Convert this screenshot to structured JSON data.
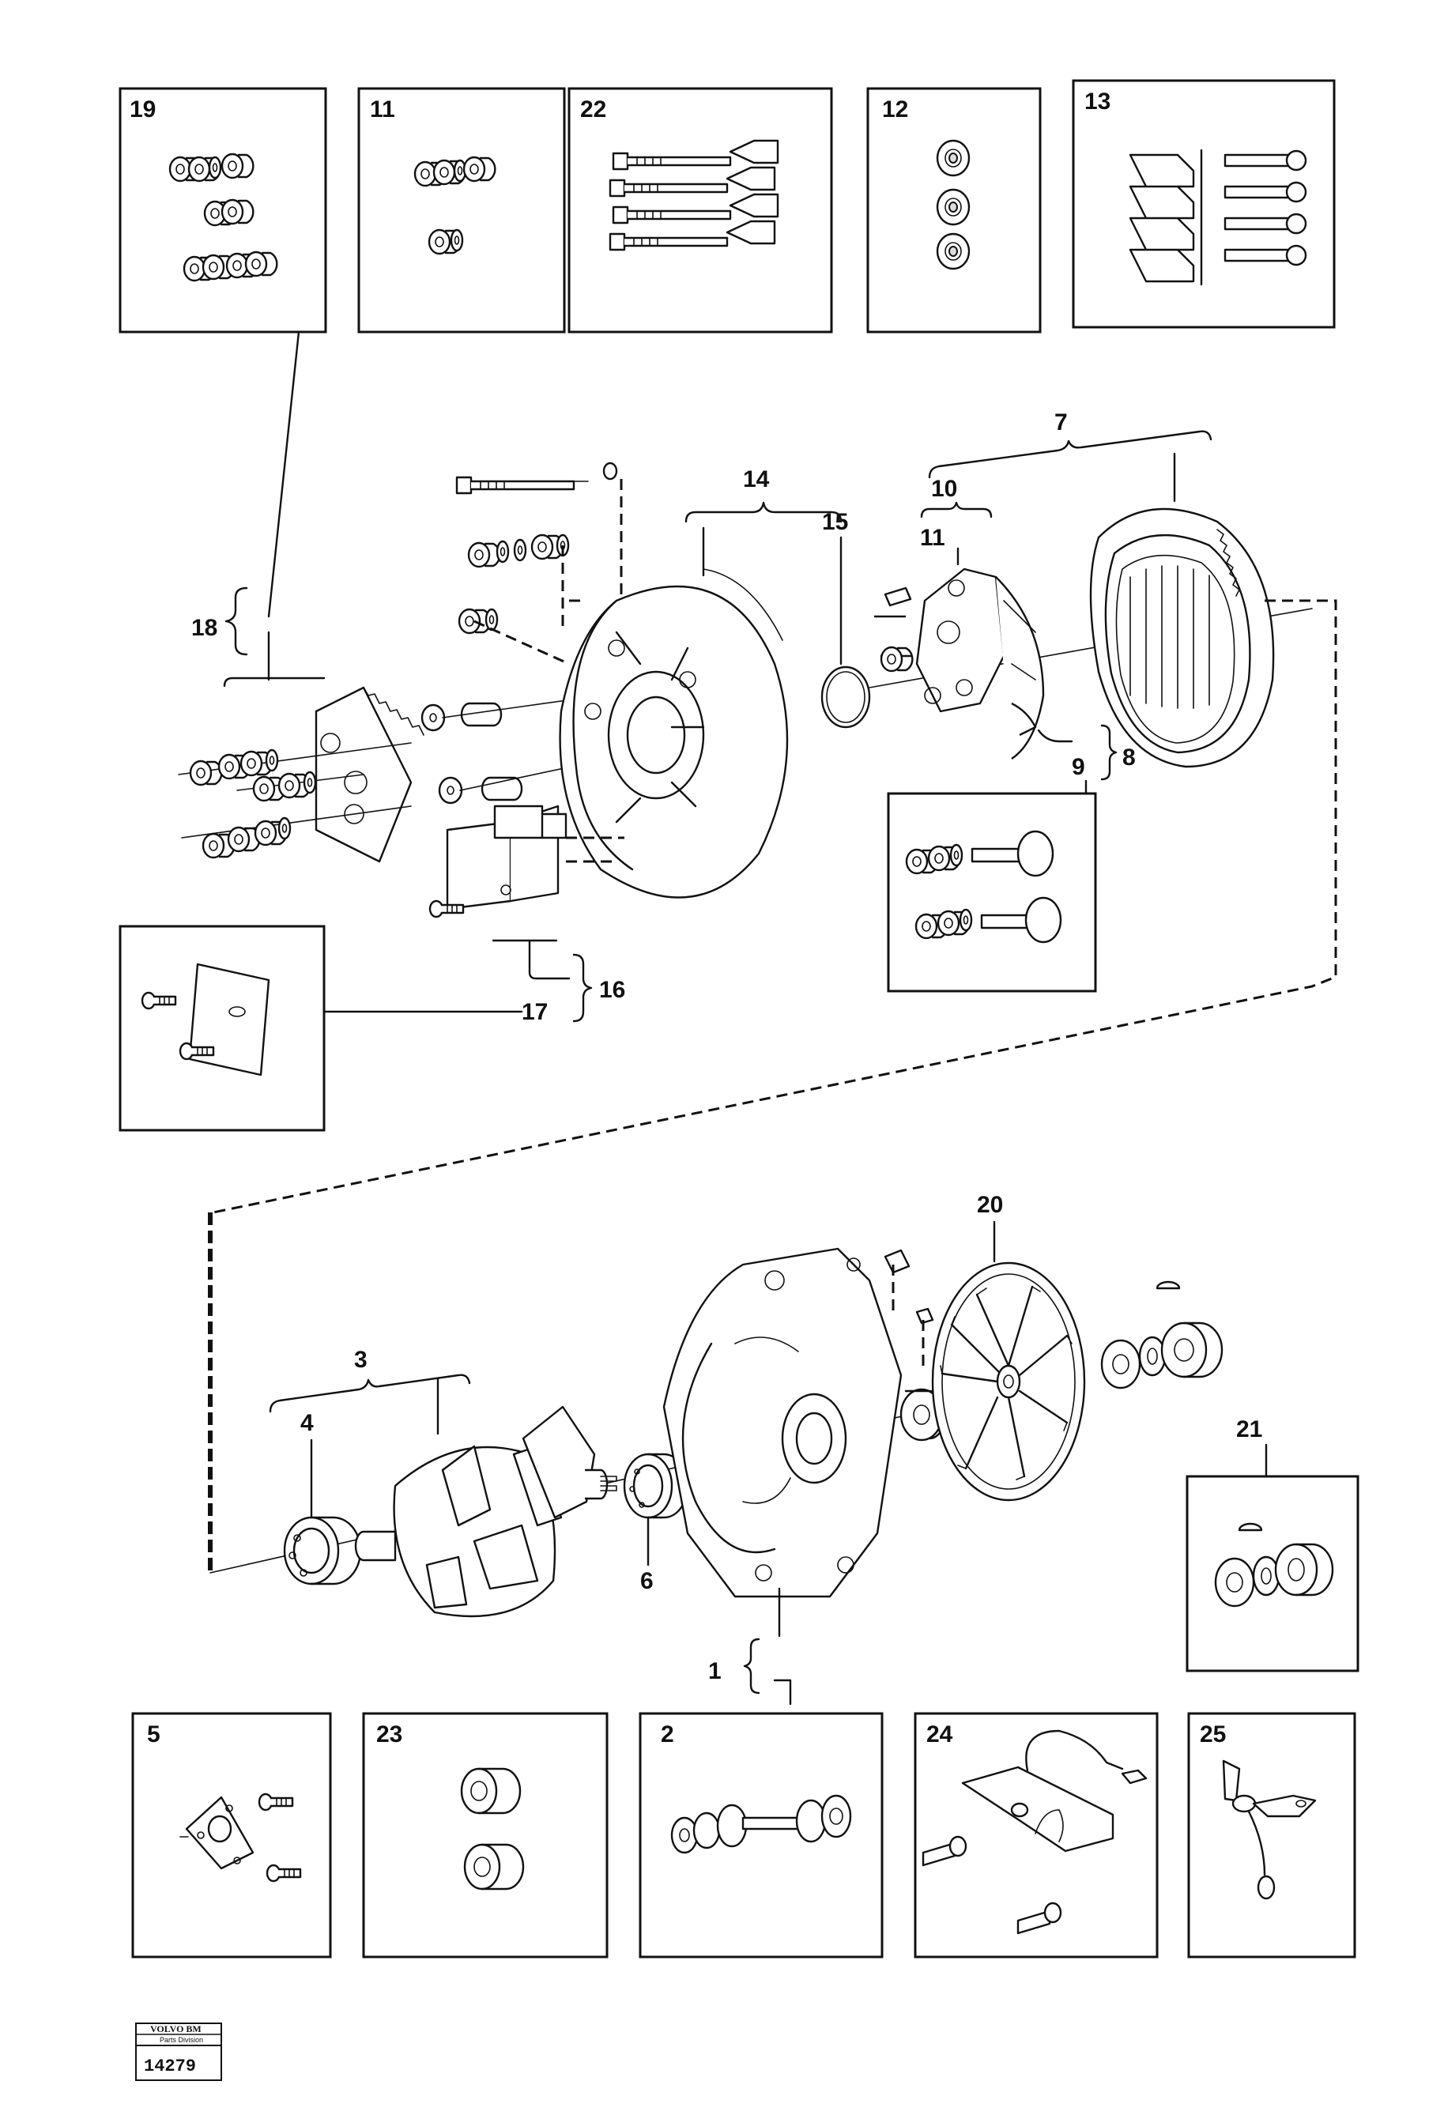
{
  "callouts": {
    "c1": "1",
    "c2": "2",
    "c3": "3",
    "c4": "4",
    "c5": "5",
    "c6": "6",
    "c7": "7",
    "c8": "8",
    "c9": "9",
    "c10": "10",
    "c11a": "11",
    "c11b": "11",
    "c12": "12",
    "c13": "13",
    "c14": "14",
    "c15": "15",
    "c16": "16",
    "c17": "17",
    "c18": "18",
    "c19": "19",
    "c20": "20",
    "c21": "21",
    "c22": "22",
    "c23": "23",
    "c24": "24",
    "c25": "25"
  },
  "stamp": {
    "brand": "VOLVO BM",
    "division": "Parts Division",
    "number": "14279"
  }
}
